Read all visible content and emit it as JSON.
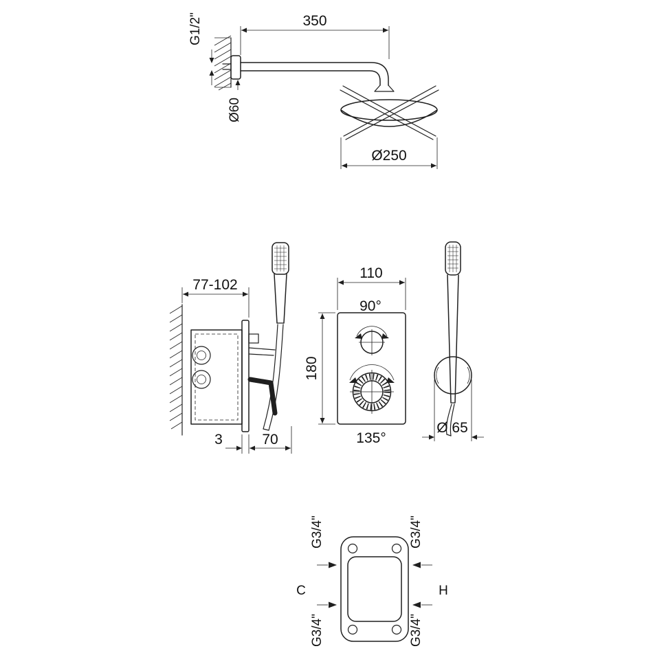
{
  "drawing": {
    "rain_head": {
      "wall_thread": "G1/2\"",
      "arm_length": "350",
      "arm_escutcheon_diameter": "Ø60",
      "head_diameter": "Ø250"
    },
    "mixer_side": {
      "recess_depth": "77-102",
      "plate_offset": "3",
      "protrusion": "70"
    },
    "mixer_front": {
      "width": "110",
      "height": "180",
      "top_handle_angle": "90°",
      "bottom_handle_angle": "135°"
    },
    "hand_shower": {
      "holder_diameter": "Ø 65"
    },
    "rough_in": {
      "thread": "G3/4\"",
      "cold": "C",
      "hot": "H"
    }
  }
}
